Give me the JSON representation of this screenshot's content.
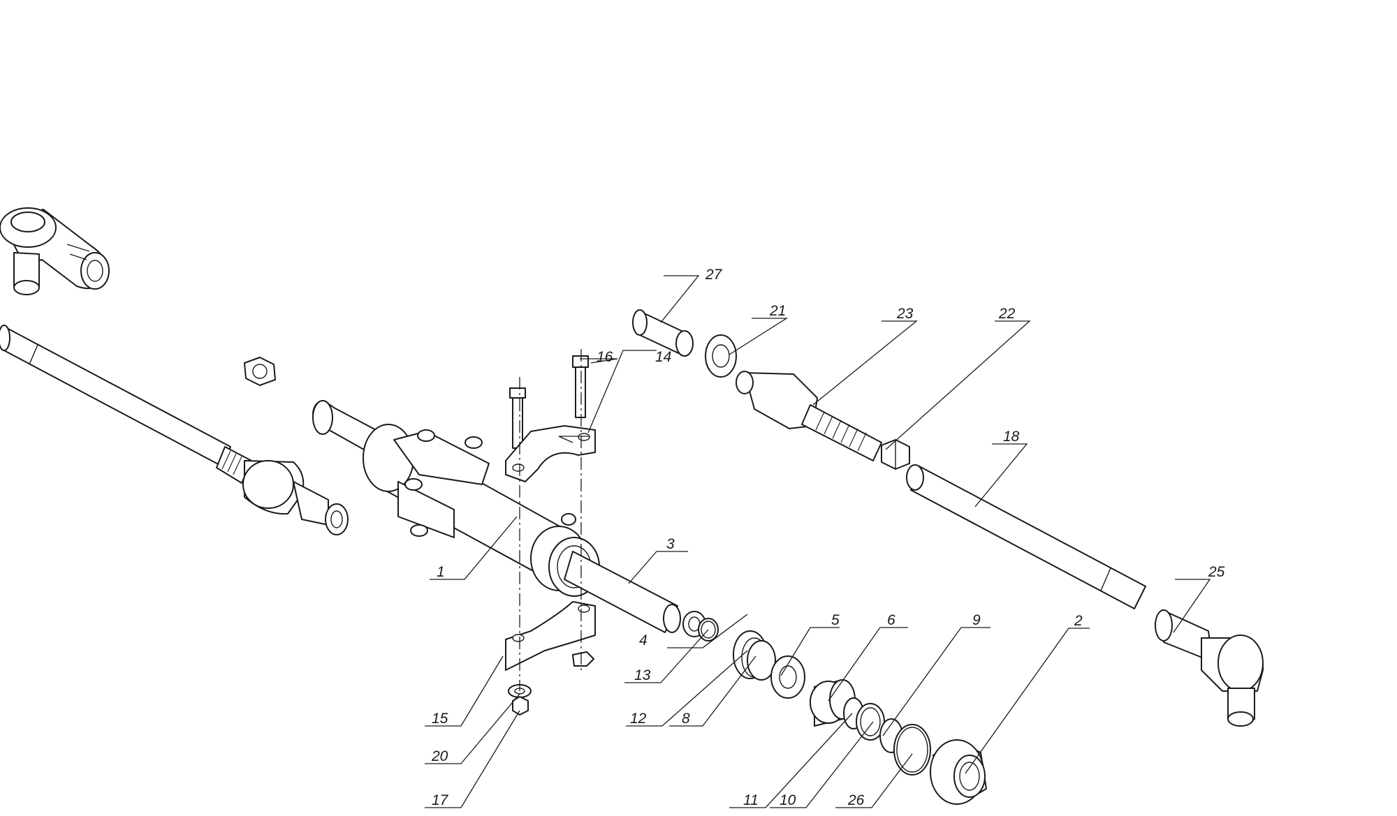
{
  "callouts": [
    {
      "id": "1",
      "text": "1"
    },
    {
      "id": "2",
      "text": "2"
    },
    {
      "id": "3",
      "text": "3"
    },
    {
      "id": "4",
      "text": "4"
    },
    {
      "id": "5",
      "text": "5"
    },
    {
      "id": "6",
      "text": "6"
    },
    {
      "id": "8",
      "text": "8"
    },
    {
      "id": "9",
      "text": "9"
    },
    {
      "id": "10",
      "text": "10"
    },
    {
      "id": "11",
      "text": "11"
    },
    {
      "id": "12",
      "text": "12"
    },
    {
      "id": "13",
      "text": "13"
    },
    {
      "id": "14",
      "text": "14"
    },
    {
      "id": "15",
      "text": "15"
    },
    {
      "id": "16",
      "text": "16"
    },
    {
      "id": "17",
      "text": "17"
    },
    {
      "id": "18",
      "text": "18"
    },
    {
      "id": "20",
      "text": "20"
    },
    {
      "id": "21",
      "text": "21"
    },
    {
      "id": "22",
      "text": "22"
    },
    {
      "id": "23",
      "text": "23"
    },
    {
      "id": "25",
      "text": "25"
    },
    {
      "id": "26",
      "text": "26"
    },
    {
      "id": "27",
      "text": "27"
    }
  ]
}
